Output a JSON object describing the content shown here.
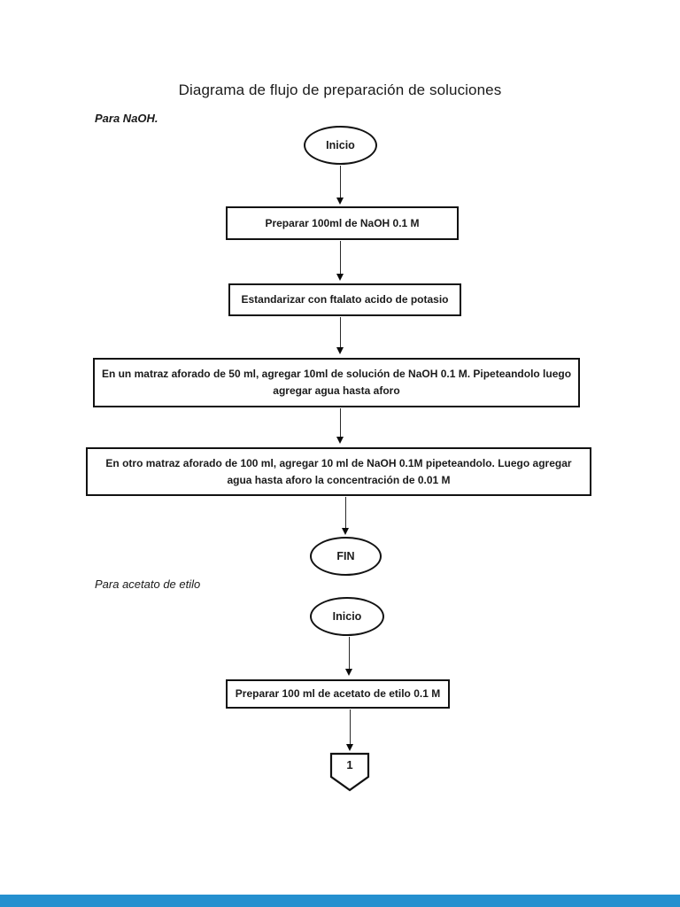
{
  "document": {
    "title": "Diagrama de flujo de preparación de soluciones"
  },
  "naoh_flow": {
    "label": "Para NaOH.",
    "start_label": "Inicio",
    "steps": [
      "Preparar 100ml de NaOH 0.1 M",
      "Estandarizar con ftalato acido de potasio",
      "En un matraz aforado de 50 ml, agregar 10ml de solución de NaOH 0.1 M. Pipeteandolo luego agregar agua hasta aforo",
      "En otro matraz aforado de 100 ml, agregar 10 ml de NaOH 0.1M pipeteandolo. Luego agregar agua hasta aforo la concentración de 0.01 M"
    ],
    "end_label": "FIN"
  },
  "acetato_flow": {
    "label": "Para acetato de etilo",
    "start_label": "Inicio",
    "steps": [
      "Preparar 100 ml de acetato de etilo 0.1 M"
    ],
    "connector_label": "1"
  },
  "colors": {
    "shape_border": "#121212",
    "footer_bar": "#2590cf"
  }
}
